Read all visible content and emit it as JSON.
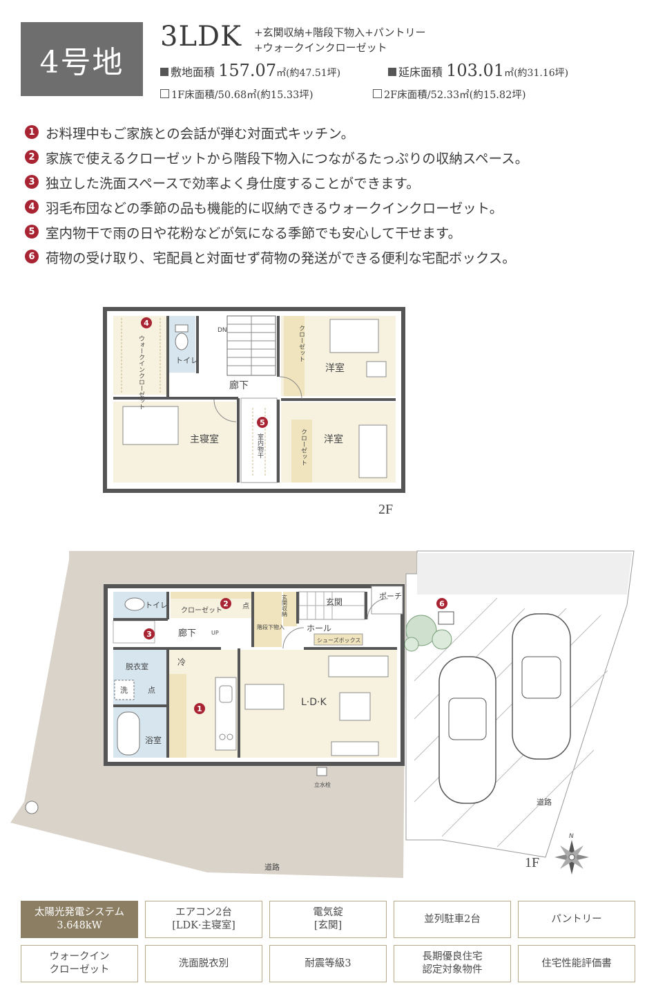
{
  "header": {
    "lot": "4号地",
    "plan_type": "3LDK",
    "plan_extra_1": "+玄関収納+階段下物入+パントリー",
    "plan_extra_2": "+ウォークインクローゼット",
    "site_area_label": "敷地面積",
    "site_area_value": "157.07",
    "site_area_unit": "㎡(約47.51坪)",
    "floor_area_label": "延床面積",
    "floor_area_value": "103.01",
    "floor_area_unit": "㎡(約31.16坪)",
    "f1_area": "1F床面積/50.68㎡(約15.33坪)",
    "f2_area": "2F床面積/52.33㎡(約15.82坪)"
  },
  "features": [
    {
      "num": "1",
      "text": "お料理中もご家族との会話が弾む対面式キッチン。"
    },
    {
      "num": "2",
      "text": "家族で使えるクローゼットから階段下物入につながるたっぷりの収納スペース。"
    },
    {
      "num": "3",
      "text": "独立した洗面スペースで効率よく身仕度することができます。"
    },
    {
      "num": "4",
      "text": "羽毛布団などの季節の品も機能的に収納できるウォークインクローゼット。"
    },
    {
      "num": "5",
      "text": "室内物干で雨の日や花粉などが気になる季節でも安心して干せます。"
    },
    {
      "num": "6",
      "text": "荷物の受け取り、宅配員と対面せず荷物の発送ができる便利な宅配ボックス。"
    }
  ],
  "floor2": {
    "label": "2F",
    "dn": "DN",
    "walkin": "ウォークインクローゼット",
    "toilet": "トイレ",
    "hall": "廊下",
    "closet": "クローゼット",
    "western1": "洋室",
    "western2": "洋室",
    "master": "主寝室",
    "drying": "室内物干",
    "m4": "4",
    "m5": "5"
  },
  "floor1": {
    "label": "1F",
    "toilet": "トイレ",
    "closet": "クローゼット",
    "check": "点",
    "entry_storage": "玄関収納",
    "entrance": "玄関",
    "porch": "ポーチ",
    "hall": "ホール",
    "shoe_box": "シューズボックス",
    "corridor": "廊下",
    "up": "UP",
    "understair": "階段下物入",
    "fridge": "冷",
    "dressing": "脱衣室",
    "washer": "洗",
    "bath": "浴室",
    "ldk": "L·D·K",
    "faucet": "立水栓",
    "road_right": "道路",
    "road_bottom": "道路",
    "north": "N",
    "m1": "1",
    "m2": "2",
    "m3": "3",
    "m6": "6"
  },
  "tags": [
    {
      "line1": "太陽光発電システム",
      "line2": "3.648kW",
      "active": true
    },
    {
      "line1": "エアコン2台",
      "line2": "[LDK·主寝室]",
      "active": false
    },
    {
      "line1": "電気錠",
      "line2": "[玄関]",
      "active": false
    },
    {
      "line1": "並列駐車2台",
      "line2": "",
      "active": false
    },
    {
      "line1": "パントリー",
      "line2": "",
      "active": false
    },
    {
      "line1": "ウォークイン",
      "line2": "クローゼット",
      "active": false
    },
    {
      "line1": "洗面脱衣別",
      "line2": "",
      "active": false
    },
    {
      "line1": "耐震等級3",
      "line2": "",
      "active": false
    },
    {
      "line1": "長期優良住宅",
      "line2": "認定対象物件",
      "active": false
    },
    {
      "line1": "住宅性能評価書",
      "line2": "",
      "active": false
    }
  ],
  "colors": {
    "badge": "#6e6e6e",
    "accent": "#a82432",
    "room": "#f7f2df",
    "wet": "#d6e5ee",
    "site": "#d9d3c9",
    "tag_active": "#8c7e63"
  }
}
